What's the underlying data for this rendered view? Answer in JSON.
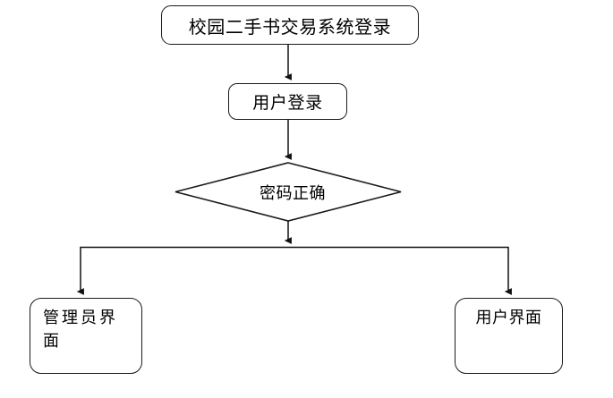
{
  "diagram": {
    "type": "flowchart",
    "title_node": {
      "label": "校园二手书交易系统登录",
      "shape": "rounded-rectangle"
    },
    "login_node": {
      "label": "用户登录",
      "shape": "rounded-rectangle"
    },
    "decision_node": {
      "label": "密码正确",
      "shape": "diamond"
    },
    "admin_node": {
      "label": "管理员界面",
      "shape": "rounded-rectangle"
    },
    "user_node": {
      "label": "用户界面",
      "shape": "rounded-rectangle"
    },
    "style": {
      "stroke_color": "#1a1a1a",
      "fill_color": "#ffffff",
      "text_color": "#000000",
      "background": "#ffffff"
    },
    "connectors": [
      {
        "name": "title-to-login",
        "from": "title_node",
        "to": "login_node",
        "arrow": true
      },
      {
        "name": "login-to-decision",
        "from": "login_node",
        "to": "decision_node",
        "arrow": true
      },
      {
        "name": "decision-to-split",
        "from": "decision_node",
        "to": "split_bar",
        "arrow": true
      },
      {
        "name": "split-to-admin",
        "from": "split_bar",
        "to": "admin_node",
        "arrow": true
      },
      {
        "name": "split-to-user",
        "from": "split_bar",
        "to": "user_node",
        "arrow": true
      }
    ]
  }
}
